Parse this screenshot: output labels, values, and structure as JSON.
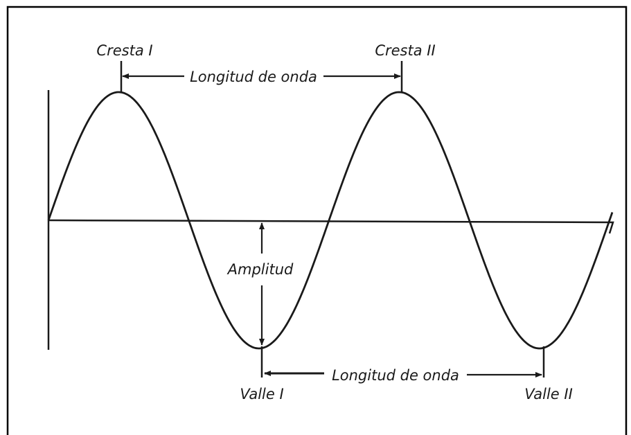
{
  "diagram": {
    "labels": {
      "crest1": "Cresta I",
      "crest2": "Cresta II",
      "wavelength_top": "Longitud de onda",
      "amplitude": "Amplitud",
      "wavelength_bottom": "Longitud de onda",
      "trough1": "Valle I",
      "trough2": "Valle II"
    },
    "colors": {
      "line": "#1a1a1a",
      "frame": "#000000",
      "background": "#ffffff"
    }
  }
}
